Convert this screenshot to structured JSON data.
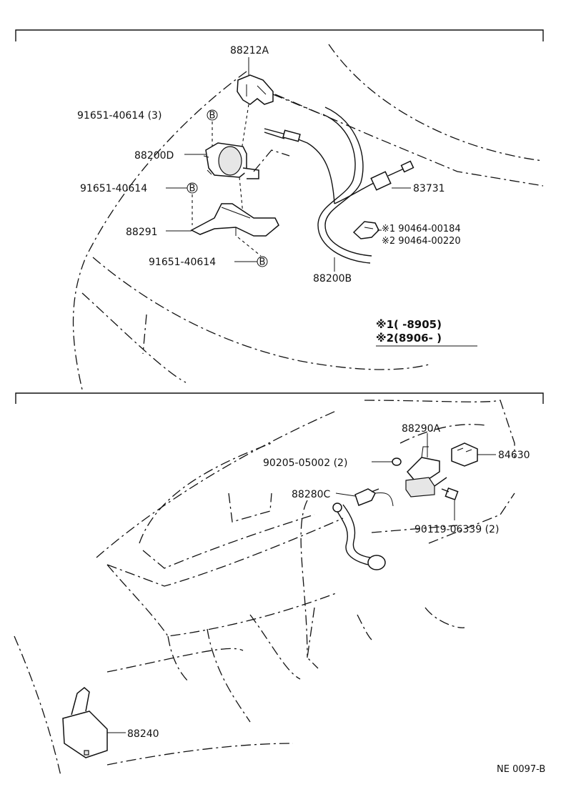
{
  "upper": {
    "labels": {
      "p88212A": "88212A",
      "p91651_a": "91651-40614 (3)",
      "p88200D": "88200D",
      "p91651_b": "91651-40614",
      "p88291": "88291",
      "p91651_c": "91651-40614",
      "p83731": "83731",
      "p90464_1": "※1  90464-00184",
      "p90464_2": "※2  90464-00220",
      "p88200B": "88200B"
    },
    "marker_letter": "B",
    "notes": {
      "n1": "※1(       -8905)",
      "n2": "※2(8906-       )"
    }
  },
  "lower": {
    "labels": {
      "p88290A": "88290A",
      "p84630": "84630",
      "p90205": "90205-05002 (2)",
      "p88280C": "88280C",
      "p90119": "90119-06339 (2)",
      "p88240": "88240"
    }
  },
  "footer": {
    "code": "NE 0097-B"
  }
}
